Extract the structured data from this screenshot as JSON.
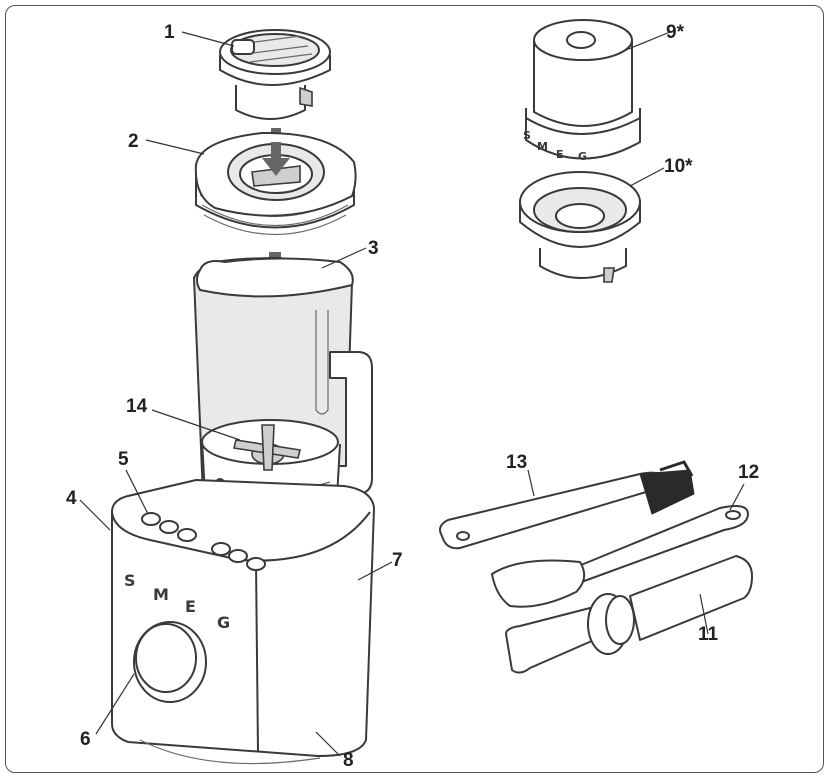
{
  "callouts": [
    {
      "id": "1",
      "text": "1"
    },
    {
      "id": "2",
      "text": "2"
    },
    {
      "id": "3",
      "text": "3"
    },
    {
      "id": "4",
      "text": "4"
    },
    {
      "id": "5",
      "text": "5"
    },
    {
      "id": "6",
      "text": "6"
    },
    {
      "id": "7",
      "text": "7"
    },
    {
      "id": "8",
      "text": "8"
    },
    {
      "id": "9",
      "text": "9*"
    },
    {
      "id": "10",
      "text": "10*"
    },
    {
      "id": "11",
      "text": "11"
    },
    {
      "id": "12",
      "text": "12"
    },
    {
      "id": "13",
      "text": "13"
    },
    {
      "id": "14",
      "text": "14"
    }
  ],
  "base_lettering": [
    "S",
    "M",
    "E",
    "G"
  ],
  "colors": {
    "line": "#3a3a3a",
    "jug_fill": "#e9e9e9",
    "arrow": "#666666",
    "frame": "#555555"
  }
}
